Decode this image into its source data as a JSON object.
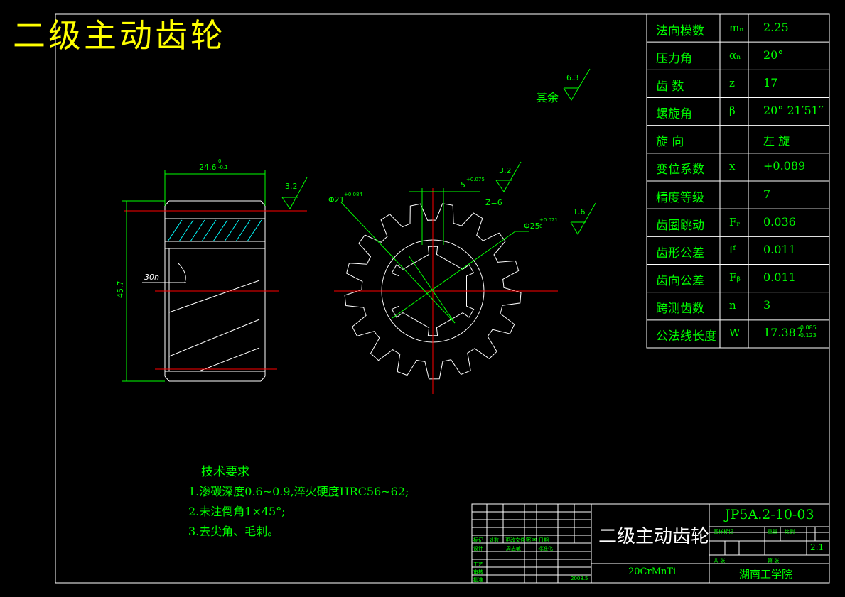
{
  "title": "二级主动齿轮",
  "params": [
    {
      "label": "法向模数",
      "symbol": "mₙ",
      "value": "2.25"
    },
    {
      "label": "压力角",
      "symbol": "αₙ",
      "value": "20°"
    },
    {
      "label": "齿  数",
      "symbol": "z",
      "value": "17"
    },
    {
      "label": "螺旋角",
      "symbol": "β",
      "value": "20° 21′51′′"
    },
    {
      "label": "旋  向",
      "symbol": "",
      "value": "左  旋"
    },
    {
      "label": "变位系数",
      "symbol": "x",
      "value": "+0.089"
    },
    {
      "label": "精度等级",
      "symbol": "",
      "value": "7"
    },
    {
      "label": "齿圈跳动",
      "symbol": "Fᵣ",
      "value": "0.036"
    },
    {
      "label": "齿形公差",
      "symbol": "fᶠ",
      "value": "0.011"
    },
    {
      "label": "齿向公差",
      "symbol": "Fᵦ",
      "value": "0.011"
    },
    {
      "label": "跨测齿数",
      "symbol": "n",
      "value": "3"
    },
    {
      "label": "公法线长度",
      "symbol": "W",
      "value": "17.387",
      "tol_upper": "-0.085",
      "tol_lower": "-0.123"
    }
  ],
  "roughness": {
    "other_label": "其余",
    "other_value": "6.3",
    "face": "3.2",
    "keyway": "3.2",
    "bore": "1.6"
  },
  "dims": {
    "width": "24.6",
    "width_tol_up": "0",
    "width_tol_low": "-0.1",
    "diameter": "45.7",
    "helix_note": "30n",
    "spline_inner": "Φ21",
    "spline_inner_tol": "+0.084",
    "spline_outer": "Φ25",
    "spline_outer_tol": "+0.021",
    "spline_outer_tol2": "0",
    "key_width": "5",
    "key_width_tol": "+0.075",
    "spline_count": "Z=6"
  },
  "tech": {
    "heading": "技术要求",
    "items": [
      "1.渗碳深度0.6~0.9,淬火硬度HRC56~62;",
      "2.未注倒角1×45°;",
      "3.去尖角、毛刺。"
    ]
  },
  "titleblock": {
    "drawing_no": "JP5A.2-10-03",
    "part_name": "二级主动齿轮",
    "material": "20CrMnTi",
    "school": "湖南工学院",
    "scale": "2:1",
    "date": "2008.5",
    "small_labels": [
      "标记",
      "处数",
      "更改文件号",
      "签字",
      "日期",
      "设计",
      "审核",
      "工艺",
      "批准",
      "图样标记",
      "重量",
      "比例",
      "共  张",
      "第  张"
    ],
    "designer": "周志敏",
    "standardize": "标准化"
  },
  "colors": {
    "background": "#000000",
    "line": "#ffffff",
    "text": "#00ff00",
    "center": "#ff0000",
    "title": "#ffff00",
    "hatch": "#00ffff"
  }
}
